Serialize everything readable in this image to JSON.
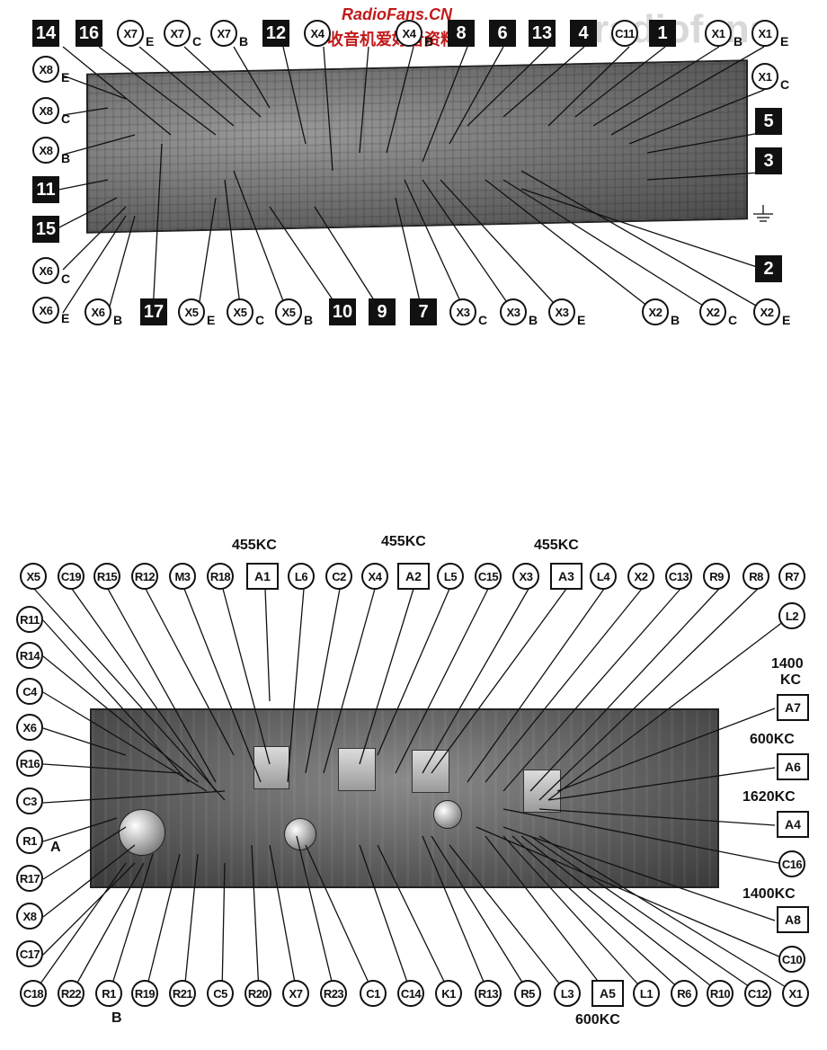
{
  "watermark": {
    "english": "RadioFans.CN",
    "chinese": "收音机爱好者资料库",
    "ghost": "radiofans"
  },
  "top_diagram": {
    "callouts": [
      {
        "text": "X7",
        "suffix": "E"
      },
      {
        "text": "X7",
        "suffix": "C"
      },
      {
        "text": "X7",
        "suffix": "B"
      },
      {
        "text": "X4",
        "suffix": ""
      },
      {
        "text": "X4",
        "suffix": "B"
      },
      {
        "text": "C11",
        "suffix": ""
      },
      {
        "text": "X1",
        "suffix": "B"
      },
      {
        "text": "X1",
        "suffix": "E"
      },
      {
        "text": "X1",
        "suffix": "C"
      },
      {
        "text": "X8",
        "suffix": "E"
      },
      {
        "text": "X8",
        "suffix": "C"
      },
      {
        "text": "X8",
        "suffix": "B"
      },
      {
        "text": "X6",
        "suffix": "C"
      },
      {
        "text": "X6",
        "suffix": "E"
      },
      {
        "text": "X6",
        "suffix": "B"
      },
      {
        "text": "X5",
        "suffix": "E"
      },
      {
        "text": "X5",
        "suffix": "C"
      },
      {
        "text": "X5",
        "suffix": "B"
      },
      {
        "text": "X3",
        "suffix": "C"
      },
      {
        "text": "X3",
        "suffix": "B"
      },
      {
        "text": "X3",
        "suffix": "E"
      },
      {
        "text": "X2",
        "suffix": "B"
      },
      {
        "text": "X2",
        "suffix": "C"
      },
      {
        "text": "X2",
        "suffix": "E"
      }
    ],
    "numbers": [
      "14",
      "16",
      "12",
      "8",
      "6",
      "13",
      "4",
      "1",
      "5",
      "3",
      "11",
      "15",
      "2",
      "17",
      "10",
      "9",
      "7"
    ]
  },
  "bottom_diagram": {
    "callouts": [
      "X5",
      "C19",
      "R15",
      "R12",
      "M3",
      "R18",
      "L6",
      "C2",
      "X4",
      "L5",
      "C15",
      "X3",
      "L4",
      "X2",
      "C13",
      "R9",
      "R8",
      "R7",
      "L2",
      "R11",
      "R14",
      "C4",
      "X6",
      "R16",
      "C3",
      "R1",
      "R17",
      "X8",
      "C17",
      "C16",
      "C10",
      "C18",
      "R22",
      "R1",
      "R19",
      "R21",
      "C5",
      "R20",
      "X7",
      "R23",
      "C1",
      "C14",
      "K1",
      "R13",
      "R5",
      "L3",
      "L1",
      "R6",
      "R10",
      "C12",
      "X1"
    ],
    "boxes": [
      "A1",
      "A2",
      "A3",
      "A7",
      "A6",
      "A4",
      "A8",
      "A5"
    ],
    "frequencies": [
      "455KC",
      "455KC",
      "455KC",
      "1400",
      "KC",
      "600KC",
      "1620KC",
      "1400KC",
      "600KC"
    ],
    "letters": [
      "A",
      "B"
    ]
  }
}
